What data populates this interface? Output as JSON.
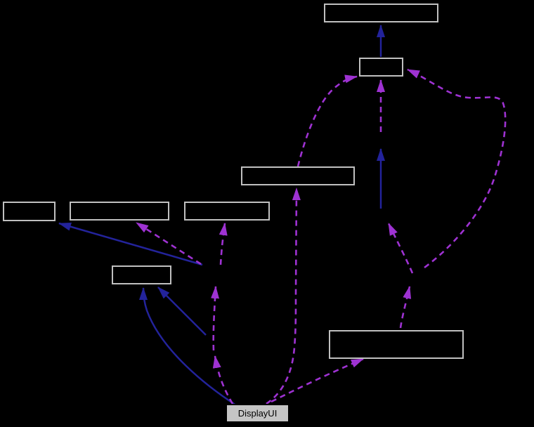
{
  "diagram": {
    "kind": "class collaboration graph",
    "current_node_label": "DisplayUI",
    "nodes": [
      {
        "id": "top",
        "label": ""
      },
      {
        "id": "upper",
        "label": ""
      },
      {
        "id": "middle",
        "label": ""
      },
      {
        "id": "left-a",
        "label": ""
      },
      {
        "id": "left-b",
        "label": ""
      },
      {
        "id": "left-c",
        "label": ""
      },
      {
        "id": "small",
        "label": ""
      },
      {
        "id": "right",
        "label": ""
      },
      {
        "id": "displayui",
        "label": "DisplayUI",
        "current": true
      }
    ],
    "colors": {
      "background": "#000000",
      "node_border": "#c0c0c0",
      "current_node_fill": "#c5c5c5",
      "current_node_text": "#000000",
      "inheritance_edge": "#23239b",
      "usage_edge": "#9e32d2"
    },
    "edge_styles": {
      "inheritance": {
        "color": "#23239b",
        "stroke": "solid"
      },
      "usage": {
        "color": "#9e32d2",
        "stroke": "dashed"
      }
    }
  }
}
